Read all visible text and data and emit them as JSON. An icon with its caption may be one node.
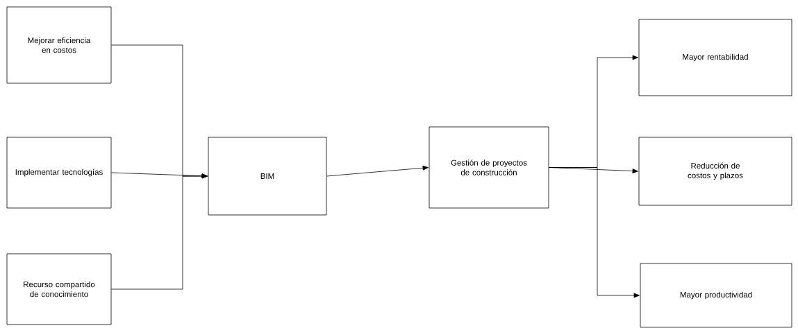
{
  "diagram": {
    "nodes": [
      {
        "text": [
          "Mejorar eficiencia en costos"
        ]
      },
      {
        "text": [
          "Implementar tecnologías"
        ]
      },
      {
        "text": [
          "Recurso compartido de conocimiento"
        ]
      },
      {
        "text": [
          "BIM"
        ]
      },
      {
        "text": [
          "Gestión de proyectos de construcción"
        ]
      },
      {
        "text": [
          "Mayor rentabilidad"
        ]
      },
      {
        "text": [
          "Reducción de costos y plazos"
        ]
      },
      {
        "text": [
          "Mayor productividad"
        ]
      }
    ],
    "edges": [
      {
        "from": 0,
        "to": 3,
        "arrow": "to"
      },
      {
        "from": 1,
        "to": 3,
        "arrow": "to"
      },
      {
        "from": 2,
        "to": 3,
        "arrow": "to"
      },
      {
        "from": 3,
        "to": 4,
        "arrow": "to"
      },
      {
        "from": 4,
        "to": 5,
        "arrow": "to"
      },
      {
        "from": 4,
        "to": 6,
        "arrow": "to"
      },
      {
        "from": 4,
        "to": 7,
        "arrow": "to"
      }
    ]
  }
}
